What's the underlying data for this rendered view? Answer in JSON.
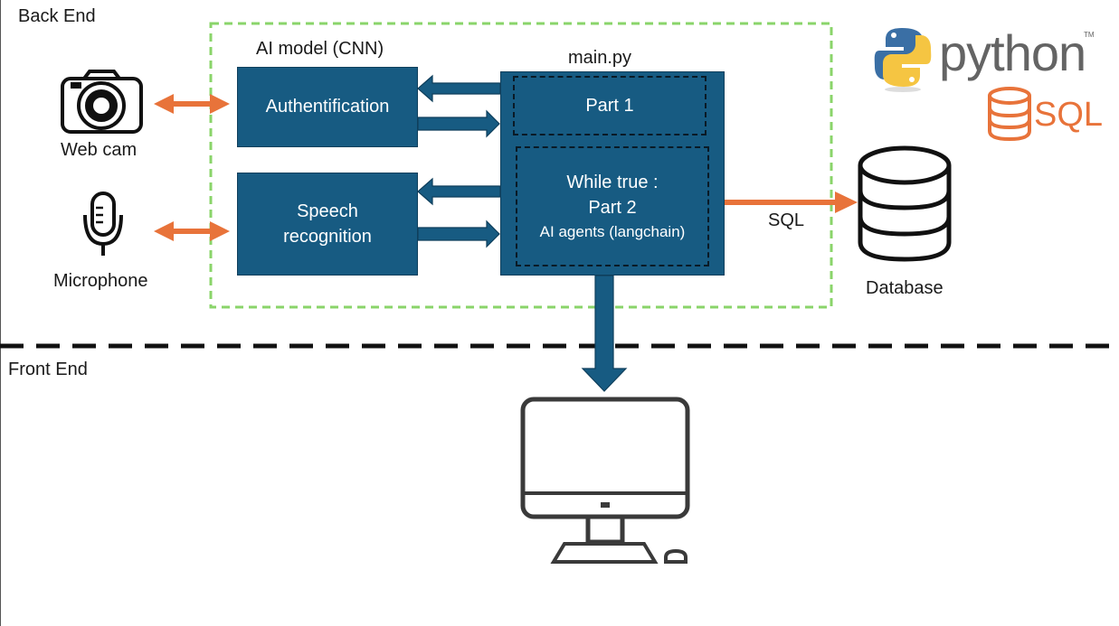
{
  "sections": {
    "back_end_label": "Back End",
    "front_end_label": "Front End"
  },
  "labels": {
    "ai_model": "AI model (CNN)",
    "main_py": "main.py",
    "webcam": "Web cam",
    "microphone": "Microphone",
    "database": "Database",
    "sql_edge": "SQL"
  },
  "boxes": {
    "authentification": "Authentification",
    "speech_line1": "Speech",
    "speech_line2": "recognition",
    "part1": "Part 1",
    "while_true": "While true :",
    "part2": "Part 2",
    "ai_agents": "AI agents (langchain)"
  },
  "logos": {
    "python_text": "python",
    "python_tm": "TM",
    "sql_text": "SQL"
  },
  "colors": {
    "box_fill": "#175b82",
    "orange_arrow": "#e8733a",
    "green_dashed": "#8ad46a",
    "sql_orange": "#e8733a",
    "python_blue": "#3a6fa5",
    "python_yellow": "#f5c542",
    "python_gray": "#646464"
  }
}
